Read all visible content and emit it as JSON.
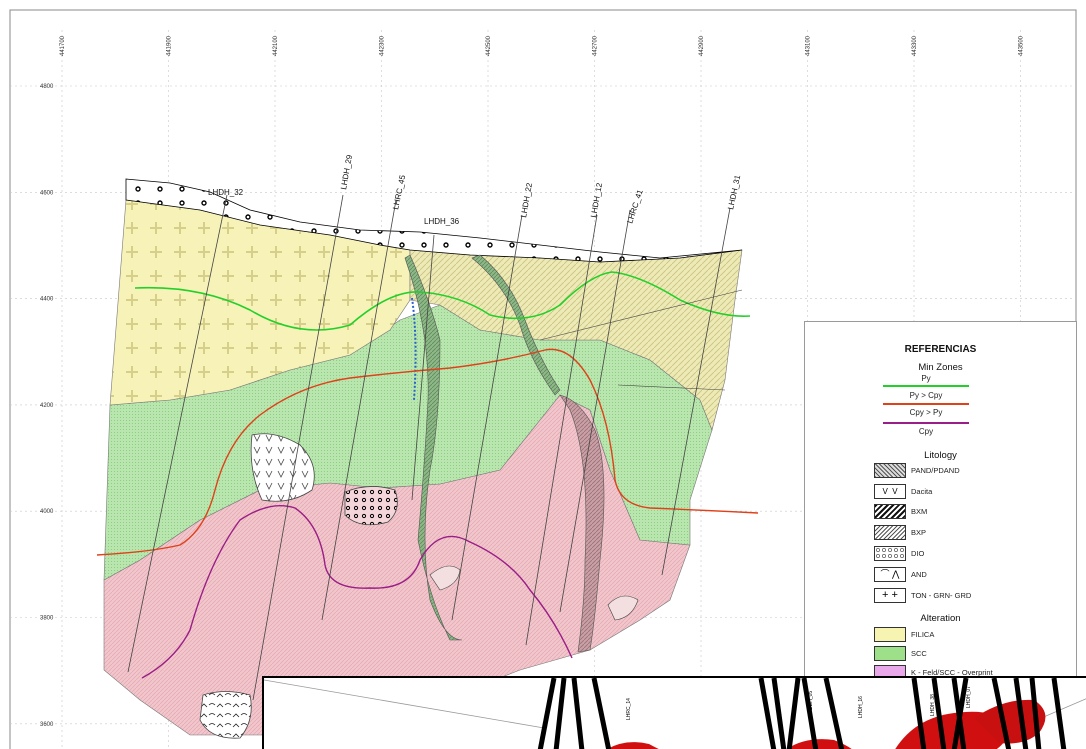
{
  "axes": {
    "x_ticks": [
      "441700",
      "441900",
      "442100",
      "442300",
      "442500",
      "442700",
      "442900",
      "443100",
      "443300",
      "443500"
    ],
    "y_ticks": [
      "4800",
      "4600",
      "4400",
      "4200",
      "4000",
      "3800",
      "3600"
    ]
  },
  "drillholes": [
    "LHDH_32",
    "LHDH_29",
    "LHRC_45",
    "LHDH_36",
    "LHDH_22",
    "LHDH_12",
    "LHRC_41",
    "LHDH_31"
  ],
  "legend": {
    "title": "REFERENCIAS",
    "min_zones": {
      "heading": "Min Zones",
      "items": [
        {
          "label": "Py",
          "color": "#22d02a"
        },
        {
          "label": "Py > Cpy",
          "color": "#e0401a"
        },
        {
          "label": "Cpy > Py",
          "color": "#9a1e88"
        },
        {
          "label": "Cpy",
          "color": "#9a1e88"
        }
      ]
    },
    "litology": {
      "heading": "Litology",
      "items": [
        "PAND/PDAND",
        "Dacita",
        "BXM",
        "BXP",
        "DIO",
        "AND",
        "TON - GRN- GRD"
      ]
    },
    "alteration": {
      "heading": "Alteration",
      "items": [
        {
          "label": "FILICA",
          "color": "#f7f3b0"
        },
        {
          "label": "SCC",
          "color": "#9ee08a"
        },
        {
          "label": "K - Feld/SCC - Overprint",
          "color": "#e9a8e9"
        }
      ]
    }
  },
  "inset_labels": [
    "LHRC_14",
    "DDH_05",
    "LHDH_16",
    "LHDH_38",
    "LHDH_07"
  ],
  "colors": {
    "filica": "#f7f2b8",
    "scc": "#b8e6ad",
    "potassic": "#f1c9cf",
    "py": "#22d02a",
    "pycpy": "#e0401a",
    "cpypy": "#9a1e88",
    "grid": "#c8c8c8"
  }
}
